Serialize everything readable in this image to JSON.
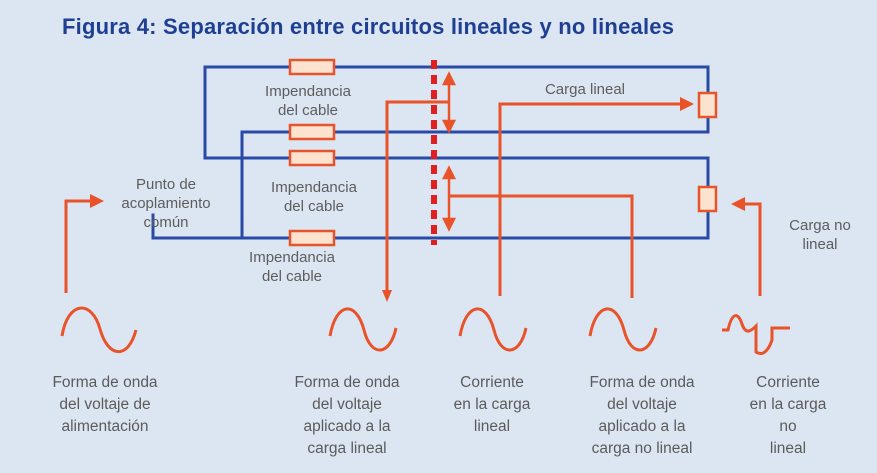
{
  "title": "Figura 4: Separación entre circuitos lineales y no lineales",
  "labels": {
    "impedance_top": [
      "Impendancia",
      "del cable"
    ],
    "impedance_mid": [
      "Impendancia",
      "del cable"
    ],
    "impedance_bottom": [
      "Impendancia",
      "del cable"
    ],
    "pcc": [
      "Punto de",
      "acoplamiento",
      "común"
    ],
    "linear_load": "Carga lineal",
    "nonlinear_load": [
      "Carga no",
      "lineal"
    ]
  },
  "captions": {
    "supply_voltage": [
      "Forma de onda",
      "del voltaje de",
      "alimentación"
    ],
    "voltage_linear": [
      "Forma de onda",
      "del voltaje",
      "aplicado a la",
      "carga lineal"
    ],
    "current_linear": [
      "Corriente",
      "en la carga",
      "lineal"
    ],
    "voltage_nonlinear": [
      "Forma de onda",
      "del voltaje",
      "aplicado a la",
      "carga no lineal"
    ],
    "current_nonlinear": [
      "Corriente",
      "en la carga",
      "no",
      "lineal"
    ]
  },
  "colors": {
    "background": "#dbe6f2",
    "title": "#1f3f93",
    "wire": "#2a4aa8",
    "signal": "#e8532a",
    "divider": "#e01f1f"
  }
}
